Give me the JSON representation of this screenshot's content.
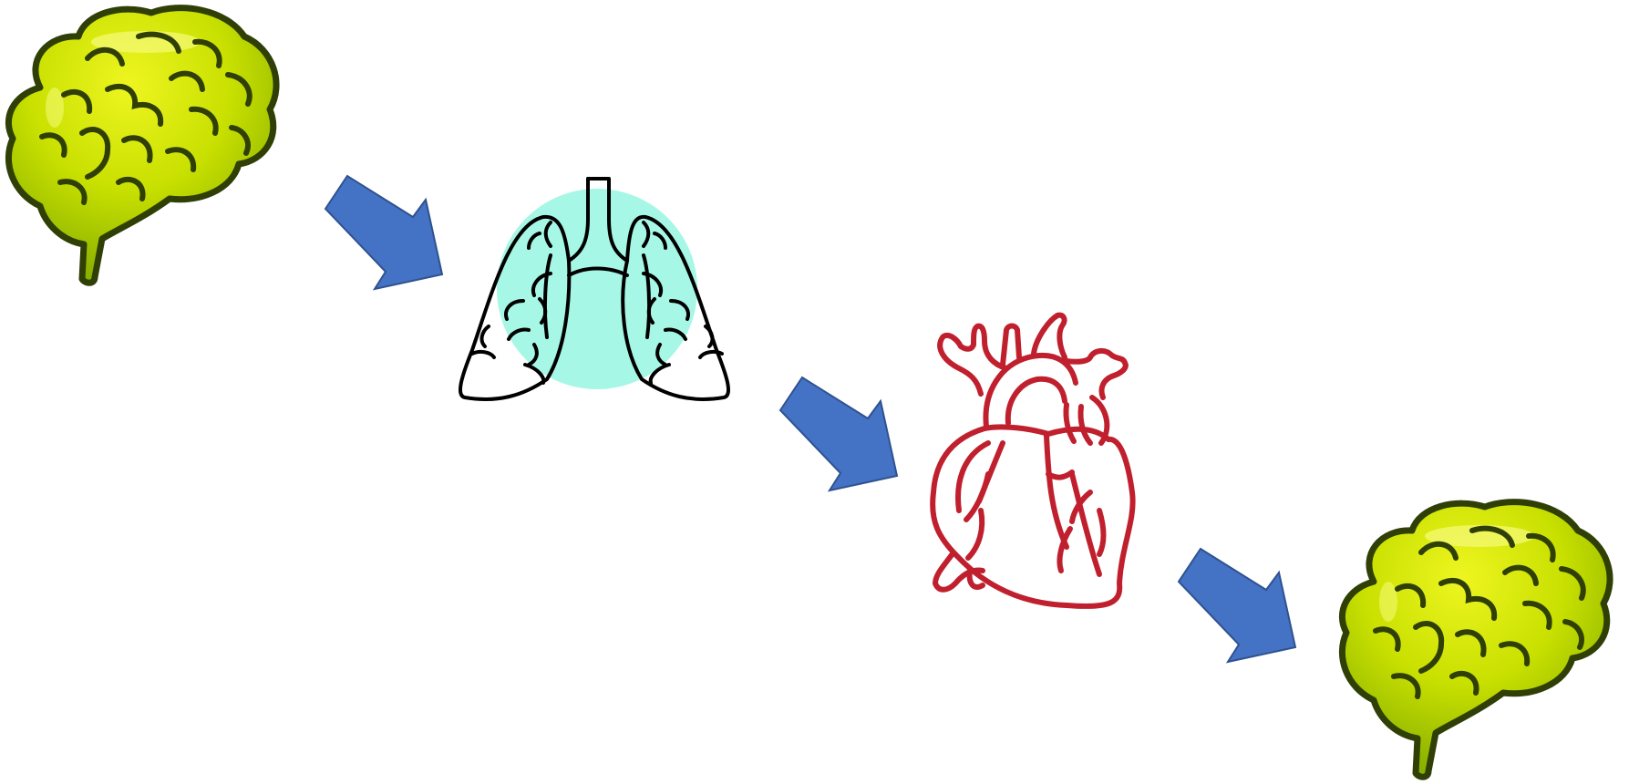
{
  "diagram": {
    "nodes": [
      {
        "id": "brain-start",
        "icon": "brain-icon"
      },
      {
        "id": "lungs",
        "icon": "lungs-icon"
      },
      {
        "id": "heart",
        "icon": "heart-icon"
      },
      {
        "id": "brain-end",
        "icon": "brain-icon"
      }
    ],
    "edges": [
      {
        "from": "brain-start",
        "to": "lungs"
      },
      {
        "from": "lungs",
        "to": "heart"
      },
      {
        "from": "heart",
        "to": "brain-end"
      }
    ]
  },
  "colors": {
    "background": "#ffffff",
    "arrow_fill": "#4472c4",
    "arrow_stroke": "#2f528f",
    "brain_light": "#e6f00f",
    "brain_mid": "#b7d400",
    "brain_dark": "#6e9a00",
    "brain_outline": "#2f3f06",
    "lungs_backdrop": "#a7f7e6",
    "lungs_outline": "#000000",
    "heart_outline": "#c0202e"
  }
}
